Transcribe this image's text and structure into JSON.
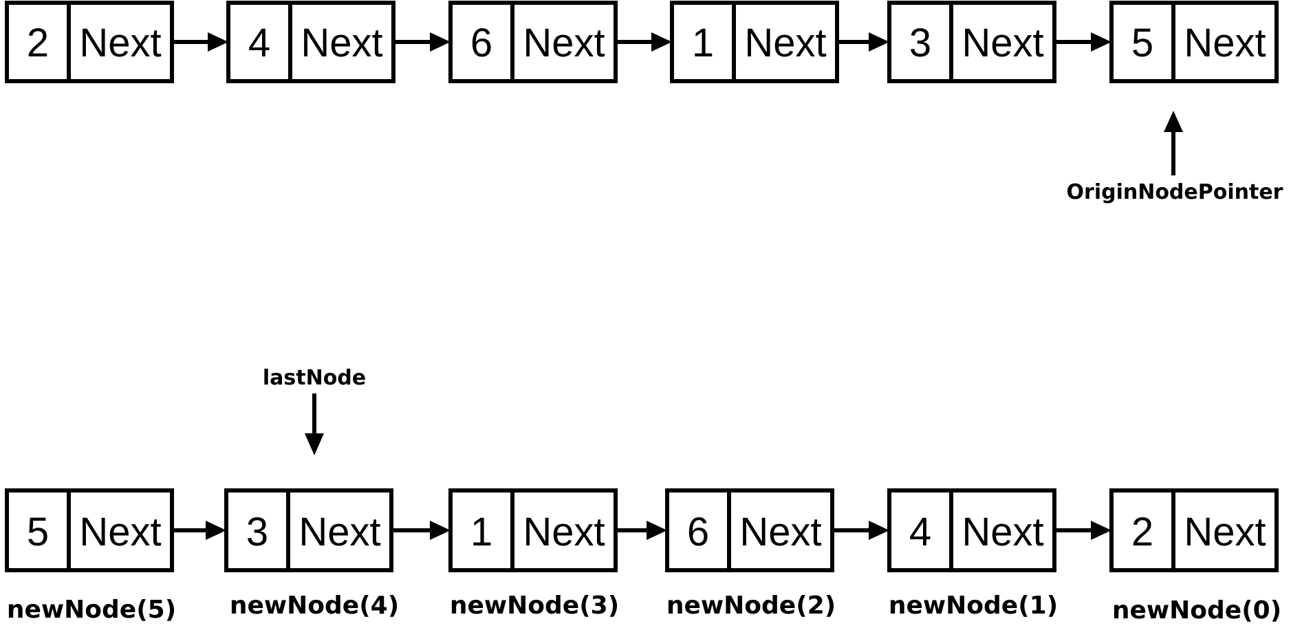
{
  "next_label": "Next",
  "top_list": {
    "nodes": [
      "2",
      "4",
      "6",
      "1",
      "3",
      "5"
    ],
    "pointer_label": "OriginNodePointer"
  },
  "bottom_list": {
    "nodes": [
      "5",
      "3",
      "1",
      "6",
      "4",
      "2"
    ],
    "node_labels": [
      "newNode(5)",
      "newNode(4)",
      "newNode(3)",
      "newNode(2)",
      "newNode(1)",
      "newNode(0)"
    ],
    "pointer_label": "lastNode"
  },
  "colors": {
    "stroke": "#000000",
    "fill": "#ffffff"
  }
}
